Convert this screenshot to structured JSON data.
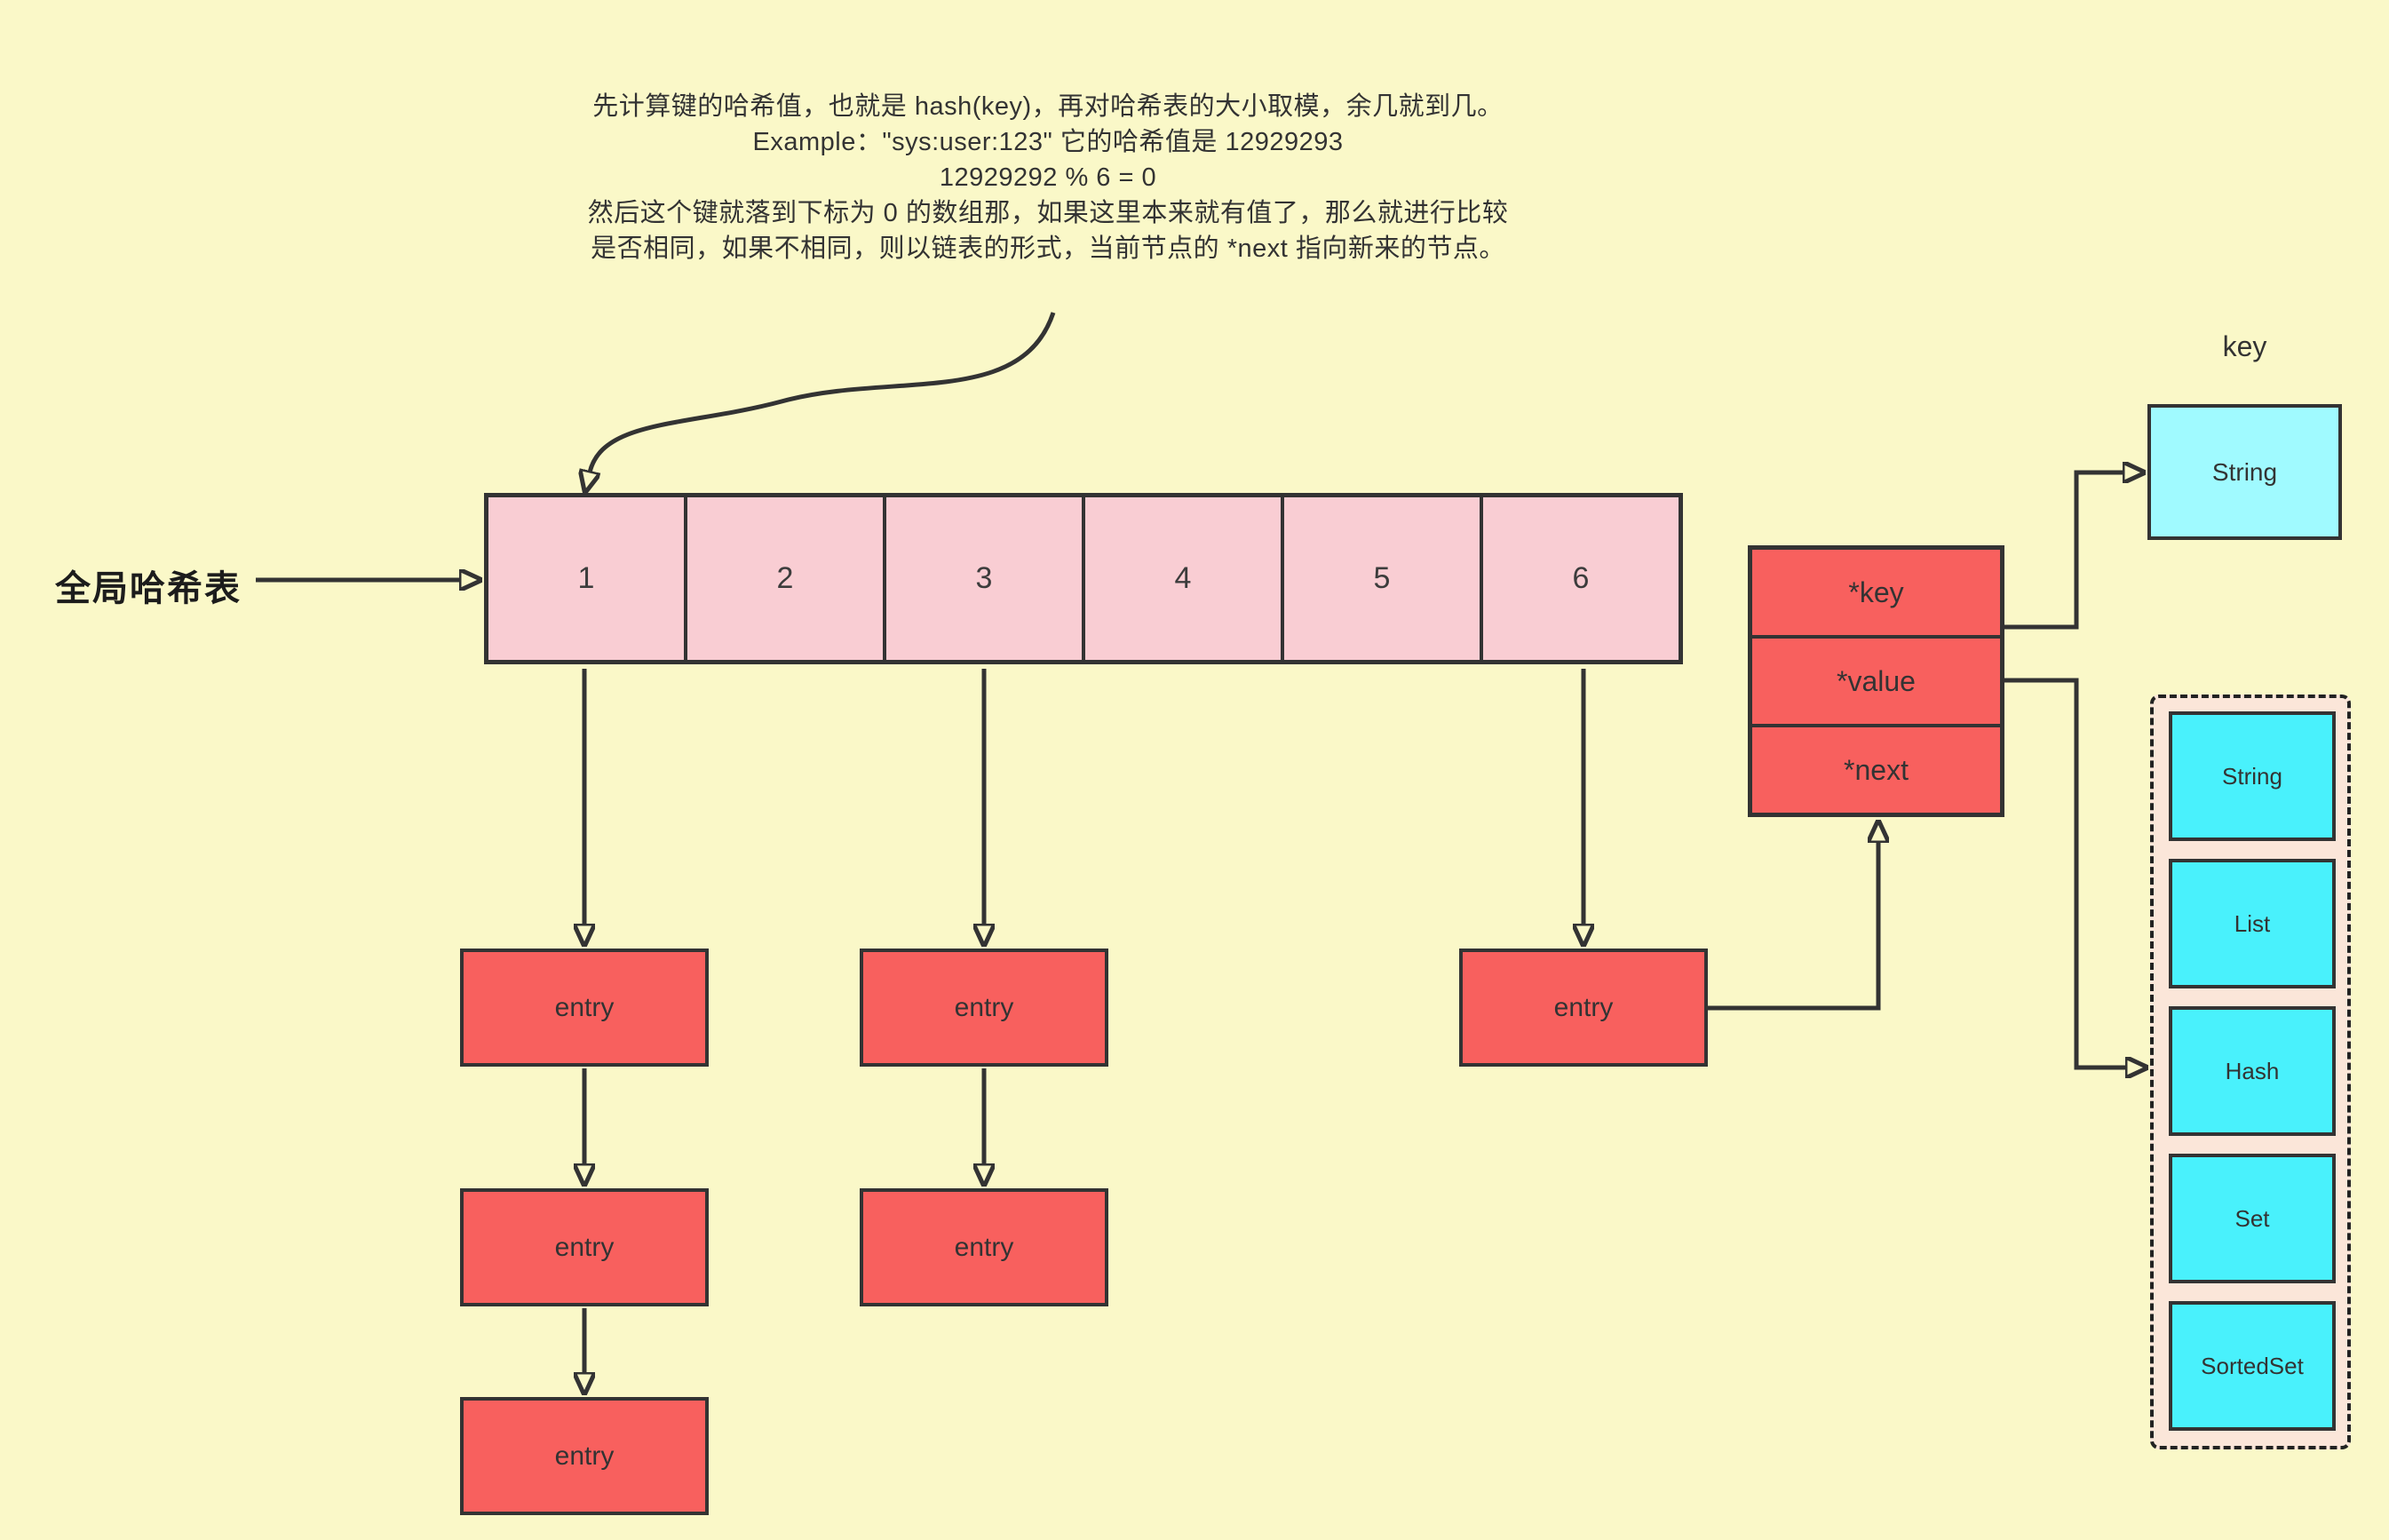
{
  "colors": {
    "bg": "#FAF8C8",
    "pink": "#F9CDD3",
    "red": "#F8605E",
    "cyan": "#49F1FC",
    "cyanlight": "#A0FAFF",
    "peach": "#FBE6D9",
    "line": "#333333",
    "text": "#333333"
  },
  "annotation": {
    "lines": [
      "先计算键的哈希值，也就是 hash(key)，再对哈希表的大小取模，余几就到几。",
      "Example：\"sys:user:123\" 它的哈希值是 12929293",
      "12929292 % 6 = 0",
      "然后这个键就落到下标为 0 的数组那，如果这里本来就有值了，那么就进行比较",
      "是否相同，如果不相同，则以链表的形式，当前节点的 *next 指向新来的节点。"
    ]
  },
  "hash_table": {
    "label": "全局哈希表",
    "cells": [
      "1",
      "2",
      "3",
      "4",
      "5",
      "6"
    ]
  },
  "chains": {
    "entry_label": "entry"
  },
  "node": {
    "fields": [
      "*key",
      "*value",
      "*next"
    ]
  },
  "key_box": {
    "caption": "key",
    "label": "String"
  },
  "value_types": {
    "items": [
      "String",
      "List",
      "Hash",
      "Set",
      "SortedSet"
    ]
  }
}
